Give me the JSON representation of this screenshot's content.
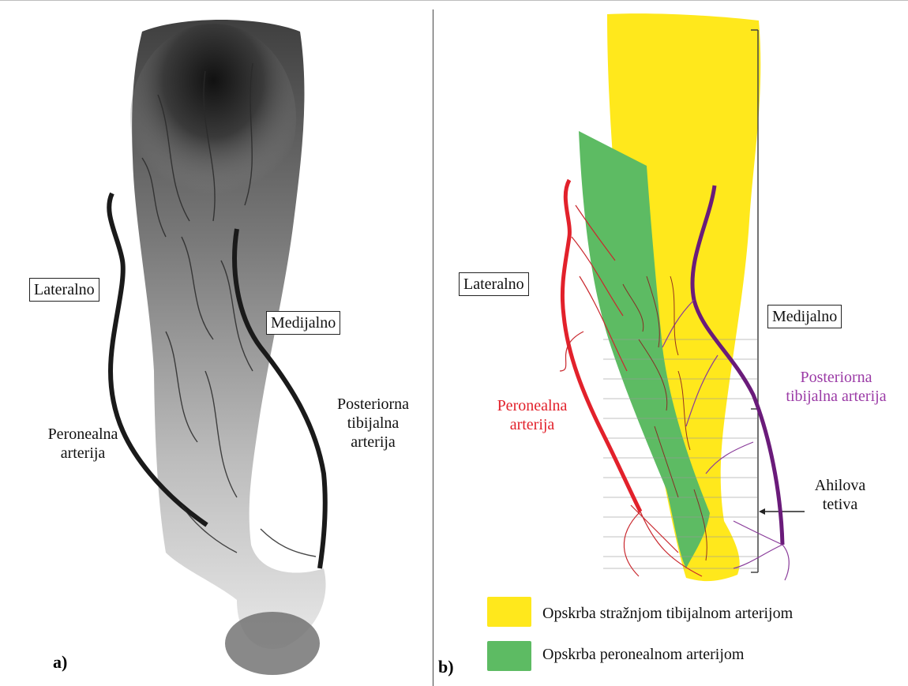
{
  "panel_a": {
    "letter": "a)",
    "lateral": "Lateralno",
    "medial": "Medijalno",
    "peroneal_artery": [
      "Peronealna",
      "arterija"
    ],
    "posterior_tibial_artery": [
      "Posteriorna",
      "tibijalna",
      "arterija"
    ]
  },
  "panel_b": {
    "letter": "b)",
    "lateral": "Lateralno",
    "medial": "Medijalno",
    "peroneal_artery": [
      "Peronealna",
      "arterija"
    ],
    "posterior_tibial_artery": [
      "Posteriorna",
      "tibijalna arterija"
    ],
    "achilles_tendon": [
      "Ahilova",
      "tetiva"
    ]
  },
  "legend": [
    {
      "label": "Opskrba stražnjom tibijalnom arterijom",
      "color": "#ffe81c"
    },
    {
      "label": "Opskrba peronealnom arterijom",
      "color": "#5dbb63"
    }
  ],
  "colors": {
    "peroneal": "#e2212b",
    "posterior_tibial": "#6a1b7a",
    "vessel_dark": "#1a1a1a",
    "zone_yellow": "#ffe81c",
    "zone_green": "#5dbb63"
  }
}
